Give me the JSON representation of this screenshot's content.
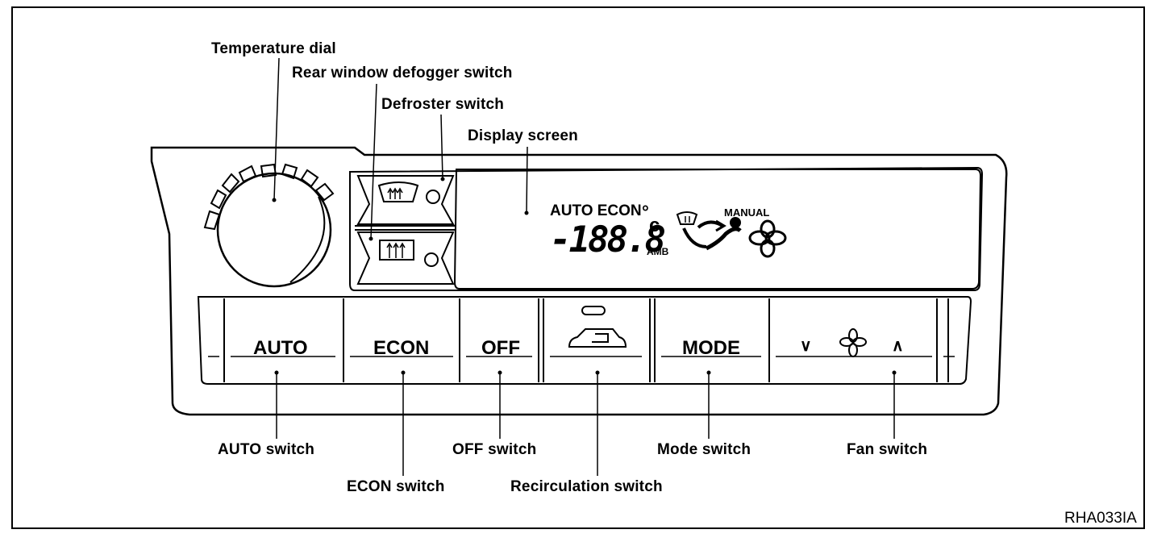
{
  "callouts": {
    "temperature_dial": "Temperature dial",
    "rear_defogger": "Rear window defogger switch",
    "defroster": "Defroster switch",
    "display": "Display screen",
    "auto": "AUTO switch",
    "econ": "ECON switch",
    "off": "OFF switch",
    "recirculation": "Recirculation switch",
    "mode": "Mode switch",
    "fan": "Fan switch"
  },
  "buttons": {
    "auto": "AUTO",
    "econ": "ECON",
    "off": "OFF",
    "mode": "MODE",
    "fan_down": "∨",
    "fan_up": "∧"
  },
  "display": {
    "auto_econ": "AUTO ECON",
    "temperature": "-188.8",
    "degree": "°",
    "unit": "c",
    "amb": "AMB",
    "manual": "MANUAL"
  },
  "figure_code": "RHA033IA"
}
